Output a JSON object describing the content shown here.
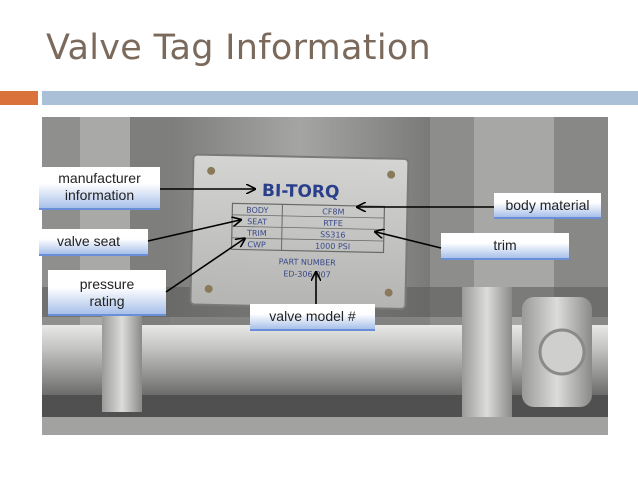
{
  "slide": {
    "title": "Valve Tag Information"
  },
  "tag": {
    "brand": "BI-TORQ",
    "rows": [
      {
        "field": "BODY",
        "value": "CF8M"
      },
      {
        "field": "SEAT",
        "value": "RTFE"
      },
      {
        "field": "TRIM",
        "value": "SS316"
      },
      {
        "field": "CWP",
        "value": "1000 PSI"
      }
    ],
    "part_label": "PART NUMBER",
    "part_number": "ED-306-007"
  },
  "callouts": {
    "manufacturer": "manufacturer information",
    "valve_seat": "valve seat",
    "pressure": "pressure rating",
    "valve_model": "valve model #",
    "body_material": "body material",
    "trim": "trim"
  }
}
